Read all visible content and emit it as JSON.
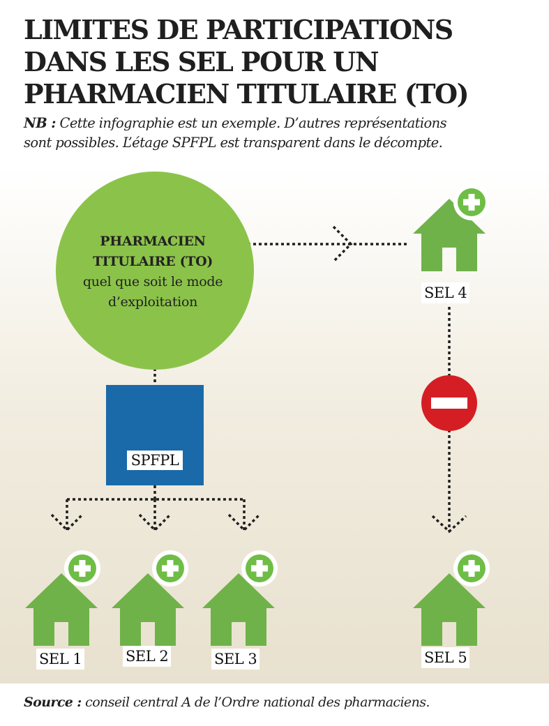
{
  "header": {
    "title_lines": [
      "LIMITES DE PARTICIPATIONS",
      "DANS LES SEL POUR UN",
      "PHARMACIEN TITULAIRE (TO)"
    ],
    "note_label": "NB :",
    "note_line1": "Cette infographie est un exemple. D’autres représentations",
    "note_line2": "sont possibles. L’étage SPFPL est transparent dans le décompte."
  },
  "diagram": {
    "pharmacien": {
      "line1": "PHARMACIEN",
      "line2": "TITULAIRE (TO)",
      "line3": "quel que soit le mode",
      "line4": "d’exploitation"
    },
    "spfpl_label": "SPFPL",
    "sel_labels": [
      "SEL 1",
      "SEL 2",
      "SEL 3",
      "SEL 4",
      "SEL 5"
    ],
    "plus_icon": "plus-circle-icon",
    "minus_icon": "no-entry-icon",
    "house_icon": "house-icon"
  },
  "colors": {
    "green": "#8bc34a",
    "blue": "#1a6aaa",
    "red": "#d51e24",
    "dotted_line": "#1f1f1f"
  },
  "footer": {
    "source_label": "Source :",
    "source_text": "conseil central A de l’Ordre national des pharmaciens."
  }
}
